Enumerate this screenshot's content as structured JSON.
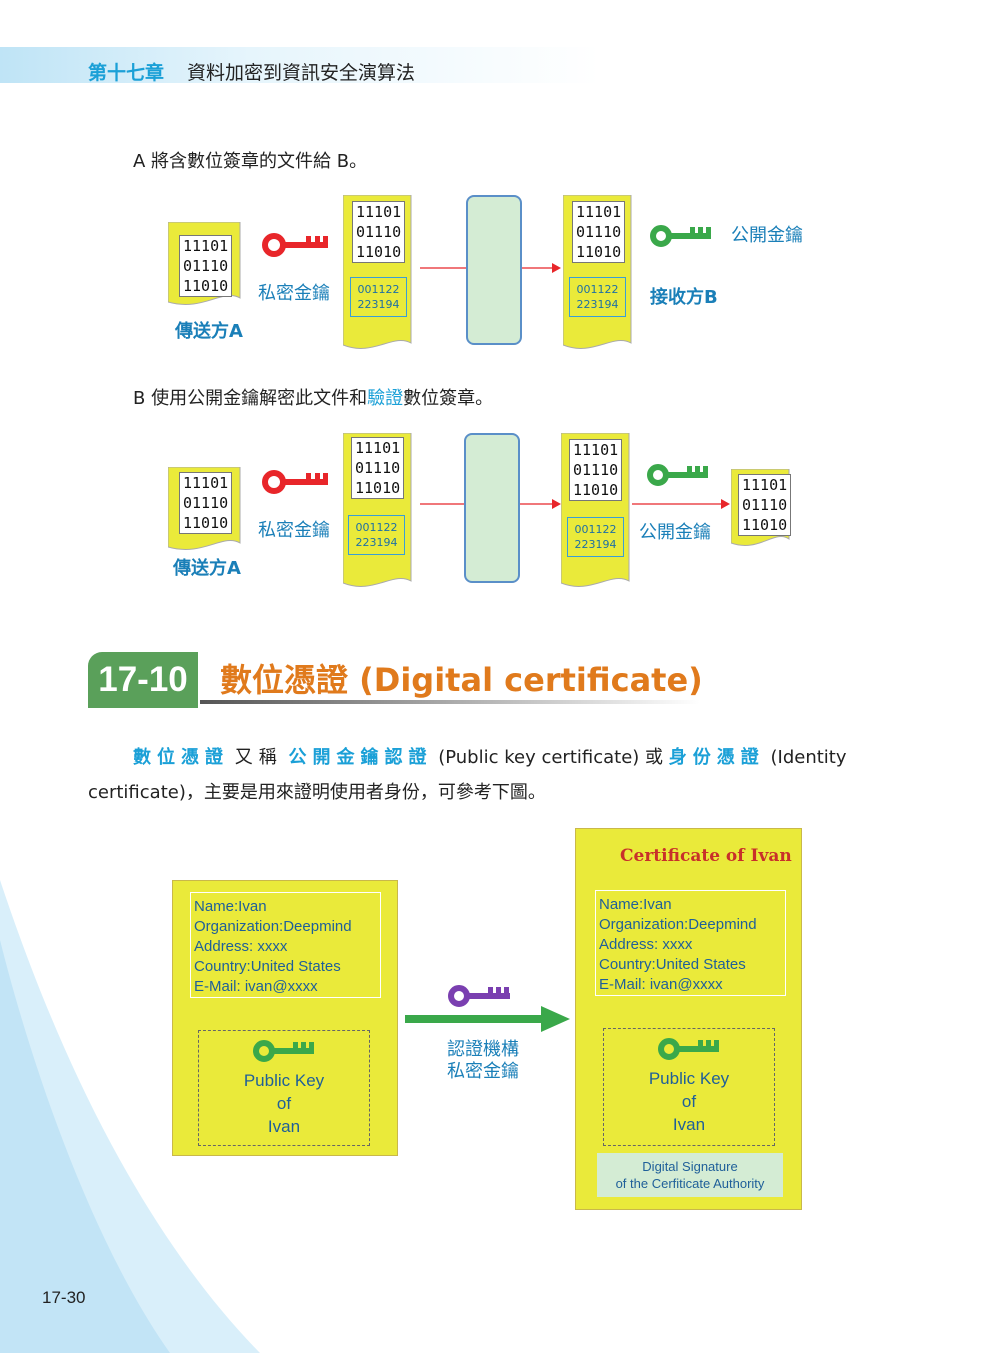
{
  "header": {
    "chapter": "第十七章",
    "title": "資料加密到資訊安全演算法"
  },
  "step1": {
    "caption": "A 將含數位簽章的文件給 B。",
    "bits": [
      "11101",
      "01110",
      "11010"
    ],
    "signature": [
      "001122",
      "223194"
    ],
    "private_key_label": "私密金鑰",
    "public_key_label": "公開金鑰",
    "sender_label": "傳送方A",
    "receiver_label": "接收方B"
  },
  "step2": {
    "caption_pre": "B 使用公開金鑰解密此文件和",
    "caption_highlight": "驗證",
    "caption_post": "數位簽章。",
    "bits": [
      "11101",
      "01110",
      "11010"
    ],
    "signature": [
      "001122",
      "223194"
    ],
    "private_key_label": "私密金鑰",
    "public_key_label": "公開金鑰",
    "sender_label": "傳送方A"
  },
  "section": {
    "number": "17-10",
    "title": "數位憑證 (Digital certificate)"
  },
  "body": {
    "t1": "數位憑證",
    "t2": "又稱",
    "t3": "公開金鑰認證",
    "t4": "(Public key certificate) 或",
    "t5": "身份憑證",
    "t6": "(Identity",
    "t7": "certificate)，主要是用來證明使用者身份，可參考下圖。"
  },
  "cert_left": {
    "info": [
      "Name:Ivan",
      "Organization:Deepmind",
      "Address: xxxx",
      "Country:United States",
      "E-Mail: ivan@xxxx"
    ],
    "key_lines": [
      "Public Key",
      "of",
      "Ivan"
    ]
  },
  "cert_arrow": {
    "label_lines": [
      "認證機構",
      "私密金鑰"
    ]
  },
  "cert_right": {
    "title": "Certificate of Ivan",
    "info": [
      "Name:Ivan",
      "Organization:Deepmind",
      "Address: xxxx",
      "Country:United States",
      "E-Mail: ivan@xxxx"
    ],
    "key_lines": [
      "Public Key",
      "of",
      "Ivan"
    ],
    "signature_lines": [
      "Digital Signature",
      "of the Cerfiticate Authority"
    ]
  },
  "colors": {
    "accent": "#1ba0d7",
    "doc_yellow": "#eaea3a",
    "private_key": "#e8262a",
    "public_key": "#3aa84a",
    "ca_key": "#7a3fb0",
    "section_green": "#5aa05a",
    "section_orange": "#e07a1c"
  },
  "icons": [
    "key-icon",
    "arrow-right-icon"
  ],
  "page_number": "17-30"
}
